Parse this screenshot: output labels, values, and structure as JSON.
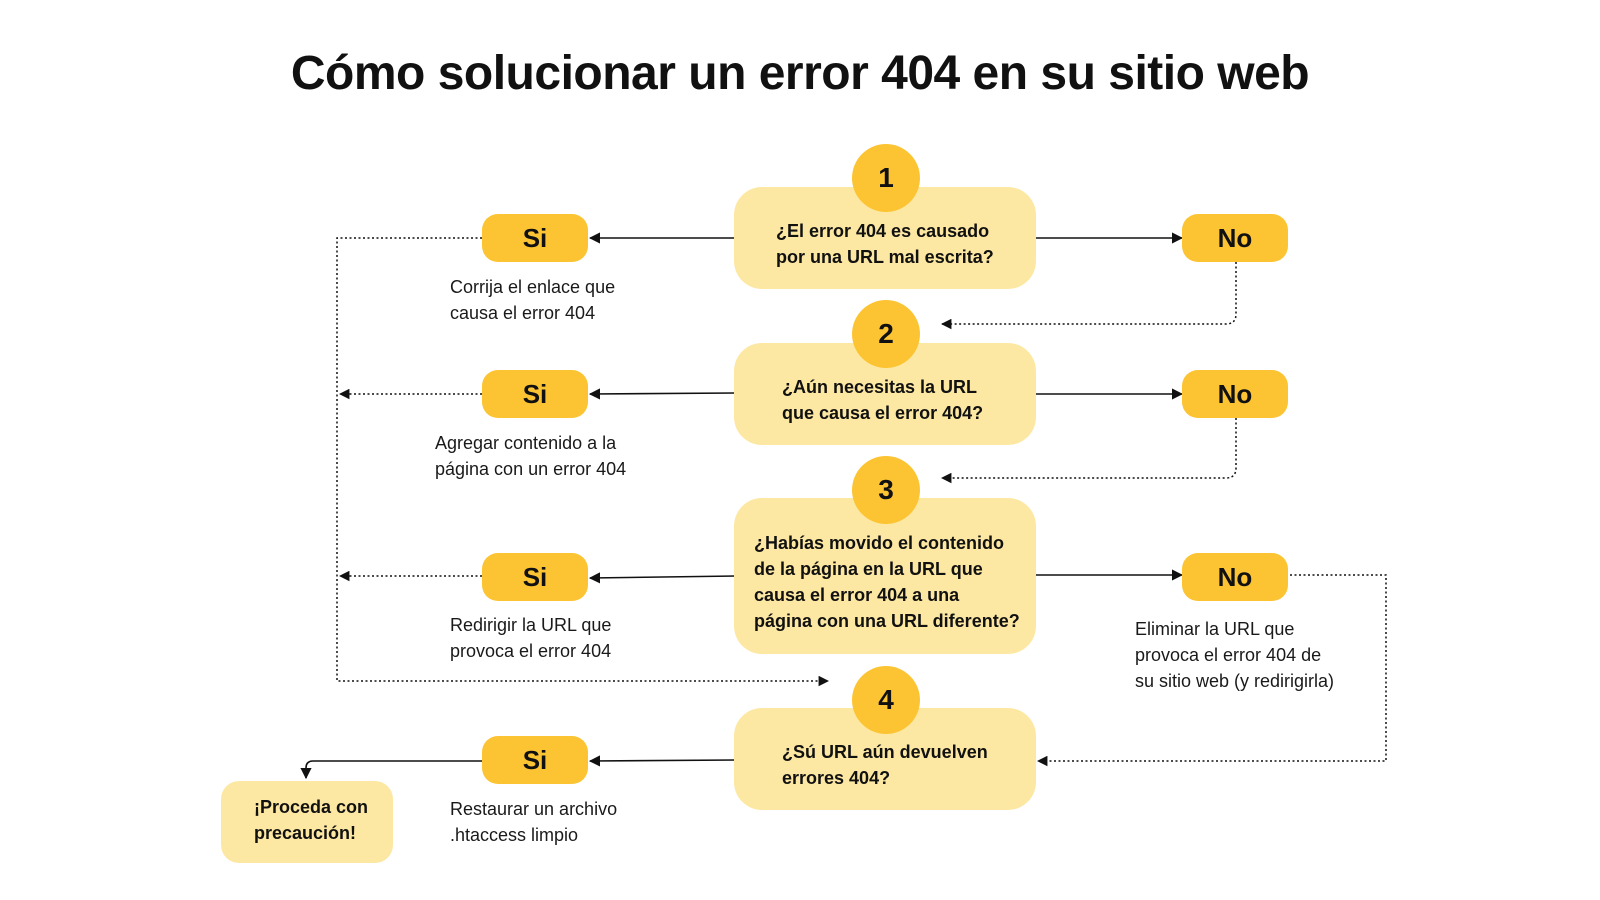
{
  "title": "Cómo solucionar un error 404 en su sitio web",
  "steps": [
    {
      "number": "1",
      "question": [
        "¿El error 404 es causado",
        "por una URL mal escrita?"
      ],
      "yes_label": "Si",
      "no_label": "No",
      "yes_action": [
        "Corrija el enlace que",
        "causa el error 404"
      ]
    },
    {
      "number": "2",
      "question": [
        "¿Aún necesitas la URL",
        "que causa el error 404?"
      ],
      "yes_label": "Si",
      "no_label": "No",
      "yes_action": [
        "Agregar contenido a la",
        "página  con un error 404"
      ]
    },
    {
      "number": "3",
      "question": [
        "¿Habías movido el contenido",
        "de la página en la URL que",
        "causa el error 404 a una",
        "página con una URL diferente?"
      ],
      "yes_label": "Si",
      "no_label": "No",
      "yes_action": [
        "Redirigir la URL que",
        "provoca el error 404"
      ],
      "no_action": [
        "Eliminar la URL que",
        "provoca el error 404 de",
        "su sitio web (y redirigirla)"
      ]
    },
    {
      "number": "4",
      "question": [
        "¿Sú URL aún devuelven",
        "errores 404?"
      ],
      "yes_label": "Si",
      "yes_action": [
        "Restaurar un archivo",
        ".htaccess limpio"
      ]
    }
  ],
  "final": [
    "¡Proceda con",
    "precaución!"
  ],
  "colors": {
    "accent": "#fcc433",
    "box_fill": "#fde8a3",
    "text": "#111111"
  }
}
